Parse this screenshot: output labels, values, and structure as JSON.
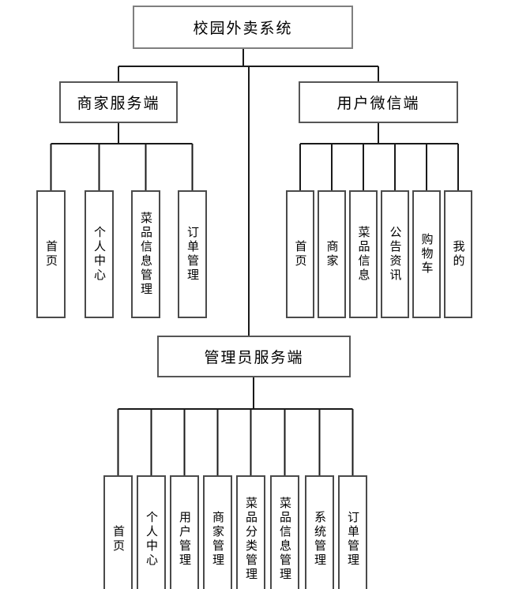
{
  "diagram": {
    "title": "校园外卖系统",
    "root": {
      "label": "校园外卖系统"
    },
    "branches": [
      {
        "label": "商家服务端",
        "children": [
          "首页",
          "个人中心",
          "菜品信息管理",
          "订单管理"
        ]
      },
      {
        "label": "用户微信端",
        "children": [
          "首页",
          "商家",
          "菜品信息",
          "公告资讯",
          "购物车",
          "我的"
        ]
      },
      {
        "label": "管理员服务端",
        "children": [
          "首页",
          "个人中心",
          "用户管理",
          "商家管理",
          "菜品分类管理",
          "菜品信息管理",
          "系统管理",
          "订单管理"
        ]
      }
    ],
    "colors": {
      "background": "#ffffff",
      "root_border": "#7f7f7f",
      "box_border": "#4f4f4f",
      "line": "#1a1a1a",
      "text": "#000000"
    }
  }
}
